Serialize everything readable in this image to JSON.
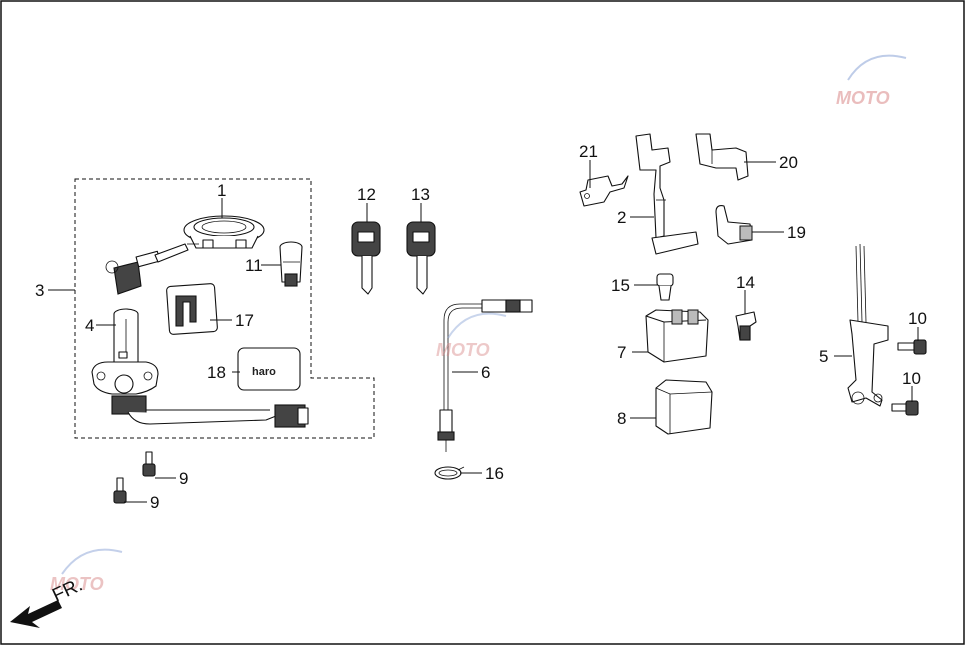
{
  "diagram": {
    "front_indicator": "FR.",
    "key_tag_text": "haro",
    "callouts": [
      {
        "id": "c1",
        "label": "1"
      },
      {
        "id": "c2",
        "label": "2"
      },
      {
        "id": "c3",
        "label": "3"
      },
      {
        "id": "c4",
        "label": "4"
      },
      {
        "id": "c5",
        "label": "5"
      },
      {
        "id": "c6",
        "label": "6"
      },
      {
        "id": "c7",
        "label": "7"
      },
      {
        "id": "c8",
        "label": "8"
      },
      {
        "id": "c9a",
        "label": "9"
      },
      {
        "id": "c9b",
        "label": "9"
      },
      {
        "id": "c10a",
        "label": "10"
      },
      {
        "id": "c10b",
        "label": "10"
      },
      {
        "id": "c11",
        "label": "11"
      },
      {
        "id": "c12",
        "label": "12"
      },
      {
        "id": "c13",
        "label": "13"
      },
      {
        "id": "c14",
        "label": "14"
      },
      {
        "id": "c15",
        "label": "15"
      },
      {
        "id": "c16",
        "label": "16"
      },
      {
        "id": "c17",
        "label": "17"
      },
      {
        "id": "c18",
        "label": "18"
      },
      {
        "id": "c19",
        "label": "19"
      },
      {
        "id": "c20",
        "label": "20"
      },
      {
        "id": "c21",
        "label": "21"
      }
    ],
    "colors": {
      "line": "#111111",
      "background": "#ffffff",
      "shade": "#444444"
    }
  }
}
